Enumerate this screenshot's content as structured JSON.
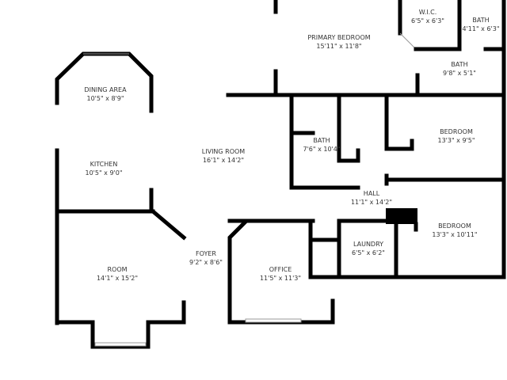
{
  "rooms": [
    {
      "name": "PRIMARY BEDROOM",
      "size": "15'11\" x 11'8\""
    },
    {
      "name": "W.I.C.",
      "size": "6'5\" x 6'3\""
    },
    {
      "name": "BATH",
      "size": "4'11\" x 6'3\""
    },
    {
      "name": "BATH",
      "size": "9'8\" x 5'1\""
    },
    {
      "name": "DINING AREA",
      "size": "10'5\" x 8'9\""
    },
    {
      "name": "KITCHEN",
      "size": "10'5\" x 9'0\""
    },
    {
      "name": "LIVING ROOM",
      "size": "16'1\" x 14'2\""
    },
    {
      "name": "BATH",
      "size": "7'6\" x 10'4\""
    },
    {
      "name": "BEDROOM",
      "size": "13'3\" x 9'5\""
    },
    {
      "name": "HALL",
      "size": "11'1\" x 14'2\""
    },
    {
      "name": "BEDROOM",
      "size": "13'3\" x 10'11\""
    },
    {
      "name": "ROOM",
      "size": "14'1\" x 15'2\""
    },
    {
      "name": "FOYER",
      "size": "9'2\" x 8'6\""
    },
    {
      "name": "OFFICE",
      "size": "11'5\" x 11'3\""
    },
    {
      "name": "LAUNDRY",
      "size": "6'5\" x 6'2\""
    }
  ],
  "colors": {
    "wall": "#000000",
    "text": "#333333"
  }
}
